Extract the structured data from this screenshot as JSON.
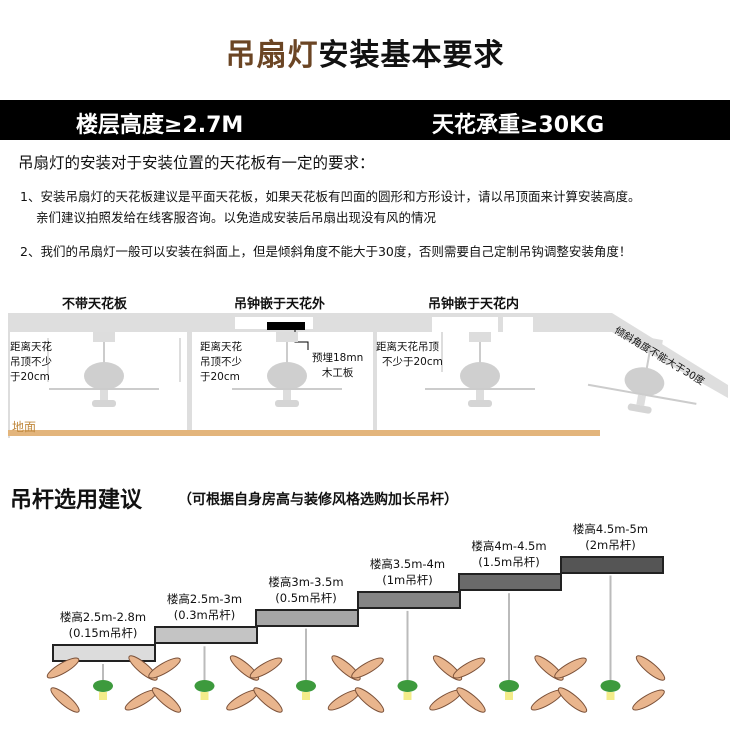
{
  "title": {
    "accent": "吊扇灯",
    "rest": "安装基本要求"
  },
  "banner": {
    "left": "楼层高度≥2.7M",
    "right": "天花承重≥30KG"
  },
  "intro": "吊扇灯的安装对于安装位置的天花板有一定的要求：",
  "para1": [
    "1、安装吊扇灯的天花板建议是平面天花板，如果天花板有凹面的圆形和方形设计，请以吊顶面来计算安装高度。",
    "亲们建议拍照发给在线客服咨询。以免造成安装后吊扇出现没有风的情况"
  ],
  "para2": "2、我们的吊扇灯一般可以安装在斜面上，但是倾斜角度不能大于30度，否则需要自己定制吊钩调整安装角度！",
  "diagram": {
    "headings": [
      "不带天花板",
      "吊钟嵌于天花外",
      "吊钟嵌于天花内"
    ],
    "slope": "倾斜角度不能大于30度",
    "dist1": [
      "距离天花",
      "吊顶不少",
      "于20cm"
    ],
    "dist2": [
      "距离天花",
      "吊顶不少",
      "于20cm"
    ],
    "dist3": [
      "距离天花吊顶",
      "不少于20cm"
    ],
    "wood": [
      "预埋18mn",
      "木工板"
    ],
    "floor": "地面"
  },
  "rod": {
    "title": "吊杆选用建议",
    "subtitle": "（可根据自身房高与装修风格选购加长吊杆）",
    "steps": [
      {
        "height": "楼高2.5m-2.8m",
        "rod": "(0.15m吊杆)",
        "color": "#dcdcdc"
      },
      {
        "height": "楼高2.5m-3m",
        "rod": "(0.3m吊杆)",
        "color": "#c4c4c4"
      },
      {
        "height": "楼高3m-3.5m",
        "rod": "(0.5m吊杆)",
        "color": "#a6a6a6"
      },
      {
        "height": "楼高3.5m-4m",
        "rod": "(1m吊杆)",
        "color": "#858585"
      },
      {
        "height": "楼高4m-4.5m",
        "rod": "(1.5m吊杆)",
        "color": "#6a6a6a"
      },
      {
        "height": "楼高4.5m-5m",
        "rod": "(2m吊杆)",
        "color": "#555555"
      }
    ]
  }
}
